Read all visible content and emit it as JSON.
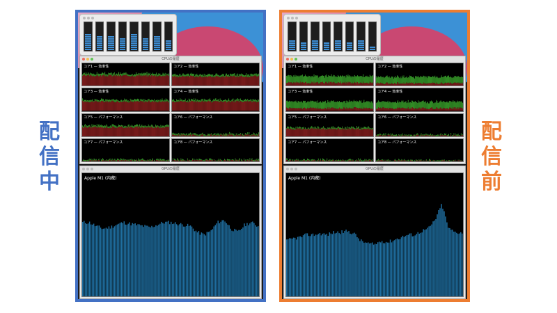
{
  "labels": {
    "left": [
      "配",
      "信",
      "中"
    ],
    "right": [
      "配",
      "信",
      "前"
    ]
  },
  "colors": {
    "left_accent": "#4371c4",
    "right_accent": "#ed7d31",
    "perf_red": "#8c1f1f",
    "perf_green": "#3aa52c",
    "gpu_blue": "#1f6ea0"
  },
  "panels": [
    {
      "id": "left",
      "gauges": [
        0.55,
        0.5,
        0.5,
        0.45,
        0.55,
        0.45,
        0.5,
        0.35
      ],
      "cpu_window_title": "CPUの履歴",
      "cores": [
        {
          "name": "コア1 — 効率性",
          "red": 0.6,
          "green": 0.12
        },
        {
          "name": "コア2 — 効率性",
          "red": 0.55,
          "green": 0.12
        },
        {
          "name": "コア3 — 効率性",
          "red": 0.55,
          "green": 0.1
        },
        {
          "name": "コア4 — 効率性",
          "red": 0.55,
          "green": 0.1
        },
        {
          "name": "コア5 — パフォーマンス",
          "red": 0.55,
          "green": 0.1
        },
        {
          "name": "コア6 — パフォーマンス",
          "red": 0.08,
          "green": 0.08
        },
        {
          "name": "コア7 — パフォーマンス",
          "red": 0.05,
          "green": 0.06
        },
        {
          "name": "コア8 — パフォーマンス",
          "red": 0.05,
          "green": 0.05
        }
      ],
      "gpu_window_title": "GPUの履歴",
      "gpu_name": "Apple M1 (内蔵)",
      "gpu_levels": [
        0.6,
        0.6,
        0.57,
        0.55,
        0.56,
        0.58,
        0.6,
        0.59,
        0.58,
        0.57,
        0.56,
        0.58,
        0.6,
        0.6,
        0.59,
        0.58,
        0.57,
        0.52,
        0.5,
        0.53,
        0.6,
        0.62,
        0.55,
        0.52,
        0.58,
        0.6,
        0.57
      ]
    },
    {
      "id": "right",
      "gauges": [
        0.35,
        0.3,
        0.35,
        0.3,
        0.35,
        0.3,
        0.35,
        0.15
      ],
      "cpu_window_title": "CPUの履歴",
      "cores": [
        {
          "name": "コア1 — 効率性",
          "red": 0.18,
          "green": 0.4
        },
        {
          "name": "コア2 — 効率性",
          "red": 0.15,
          "green": 0.38
        },
        {
          "name": "コア3 — 効率性",
          "red": 0.15,
          "green": 0.4
        },
        {
          "name": "コア4 — 効率性",
          "red": 0.15,
          "green": 0.38
        },
        {
          "name": "コア5 — パフォーマンス",
          "red": 0.45,
          "green": 0.08
        },
        {
          "name": "コア6 — パフォーマンス",
          "red": 0.05,
          "green": 0.06
        },
        {
          "name": "コア7 — パフォーマンス",
          "red": 0.04,
          "green": 0.05
        },
        {
          "name": "コア8 — パフォーマンス",
          "red": 0.03,
          "green": 0.04
        }
      ],
      "gpu_window_title": "GPUの履歴",
      "gpu_name": "Apple M1 (内蔵)",
      "gpu_levels": [
        0.45,
        0.47,
        0.48,
        0.5,
        0.5,
        0.51,
        0.5,
        0.52,
        0.52,
        0.53,
        0.51,
        0.45,
        0.43,
        0.42,
        0.45,
        0.44,
        0.46,
        0.48,
        0.5,
        0.5,
        0.53,
        0.55,
        0.62,
        0.75,
        0.55,
        0.52,
        0.52
      ]
    }
  ]
}
